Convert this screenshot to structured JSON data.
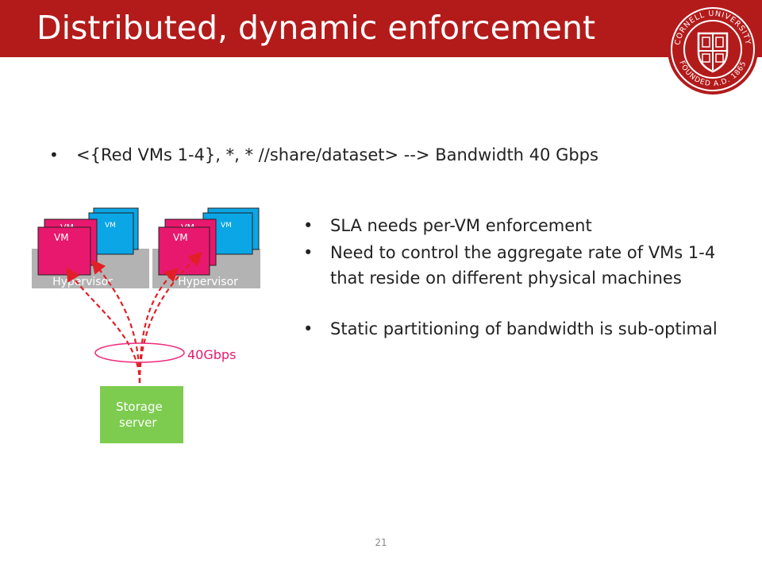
{
  "title": "Distributed, dynamic enforcement",
  "logo": {
    "top_text": "CORNELL UNIVERSITY",
    "bottom_text": "FOUNDED A.D. 1865",
    "colors": {
      "seal_red": "#b31b1b",
      "white": "#ffffff"
    }
  },
  "main_bullet": "<{Red VMs 1-4}, *, * //share/dataset> --> Bandwidth 40 Gbps",
  "diagram": {
    "hypervisor_label": "Hypervisor",
    "vm_label": "VM",
    "storage_label_line1": "Storage",
    "storage_label_line2": "server",
    "bandwidth_label": "40Gbps",
    "colors": {
      "vm_pink": "#e8186e",
      "vm_blue": "#0aa6e6",
      "hypervisor_gray": "#b3b3b3",
      "storage_green": "#7dcc4f",
      "arrow_red": "#e21f26",
      "ellipse": "#ee2a7b"
    }
  },
  "right_bullets": [
    "SLA needs per-VM enforcement",
    "Need to control the aggregate rate of VMs 1-4 that reside on different physical machines",
    "Static partitioning of bandwidth is sub-optimal"
  ],
  "page_number": "21",
  "colors": {
    "title_bar": "#b31b1b"
  }
}
